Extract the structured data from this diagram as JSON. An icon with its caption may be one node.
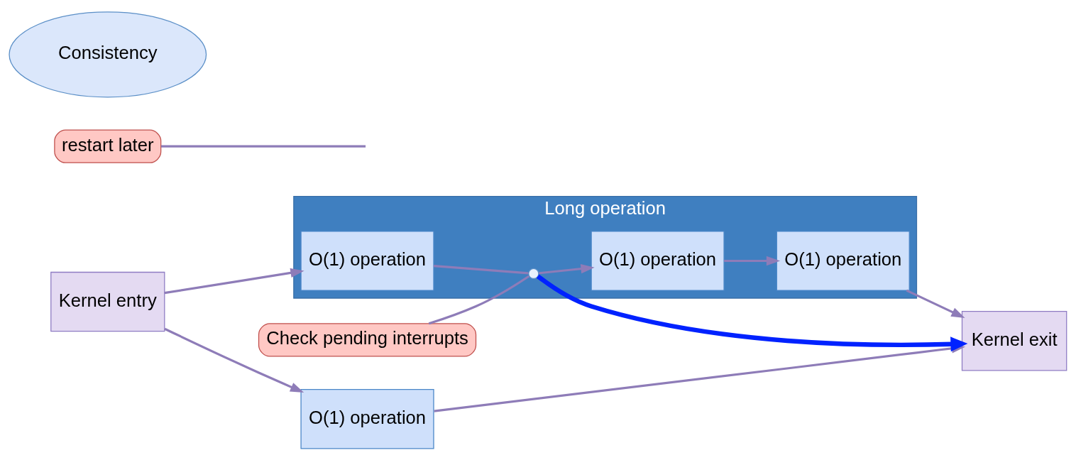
{
  "diagram": {
    "nodes": [
      {
        "text": [
          "Kernel entry"
        ]
      },
      {
        "text": [
          "O(1) operation"
        ]
      },
      {
        "text": [
          "restart later"
        ]
      },
      {
        "text": [
          "Kernel exit"
        ]
      },
      {
        "text": [
          "Check pending interrupts"
        ]
      },
      {
        "text": [
          "Long operation"
        ]
      },
      {
        "text": [
          "O(1) operation"
        ],
        "in": 5
      },
      {
        "text": [],
        "shape": "circle",
        "in": 5
      },
      {
        "text": [
          "O(1) operation"
        ],
        "in": 5
      },
      {
        "text": [
          "O(1) operation"
        ],
        "in": 5
      },
      {
        "text": [
          "Consistency"
        ]
      }
    ],
    "edges": [
      {
        "from": 0,
        "to": 1,
        "arrow": "to"
      },
      {
        "from": 1,
        "to": 3,
        "arrow": "to"
      },
      {
        "from": 0,
        "to": 6,
        "arrow": "to"
      },
      {
        "from": 6,
        "to": 7,
        "arrow": "none"
      },
      {
        "from": 7,
        "to": 8,
        "arrow": "to"
      },
      {
        "from": 7,
        "to": 3,
        "arrow": "to",
        "style": "thick",
        "color": "#0022ff"
      },
      {
        "from": 8,
        "to": 9,
        "arrow": "to"
      },
      {
        "from": 9,
        "to": 3,
        "arrow": "to"
      },
      {
        "from": 4,
        "to": 7,
        "arrow": "none"
      },
      {
        "from": 2,
        "to": null,
        "arrow": "none"
      }
    ]
  }
}
